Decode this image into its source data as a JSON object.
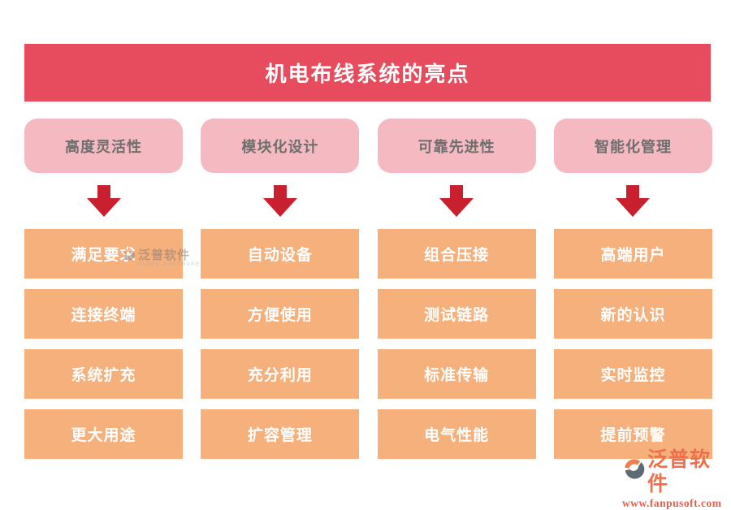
{
  "title": "机电布线系统的亮点",
  "columns": [
    {
      "header": "高度灵活性",
      "items": [
        "满足要求",
        "连接终端",
        "系统扩充",
        "更大用途"
      ]
    },
    {
      "header": "模块化设计",
      "items": [
        "自动设备",
        "方便使用",
        "充分利用",
        "扩容管理"
      ]
    },
    {
      "header": "可靠先进性",
      "items": [
        "组合压接",
        "测试链路",
        "标准传输",
        "电气性能"
      ]
    },
    {
      "header": "智能化管理",
      "items": [
        "高端用户",
        "新的认识",
        "实时监控",
        "提前预警"
      ]
    }
  ],
  "watermark": {
    "brand": "泛普软件",
    "brand_en": "FANPU SOFTWARE"
  },
  "footer_logo": {
    "brand": "泛普软件",
    "url": "www.fanpusoft.com"
  },
  "colors": {
    "banner": "#e64c5e",
    "pill": "#f4b9c1",
    "pill_text": "#6f6f6f",
    "item_box": "#f5b07c",
    "arrow": "#c8202f",
    "logo_brand": "#ee6f4a",
    "logo_url": "#e2614d"
  }
}
